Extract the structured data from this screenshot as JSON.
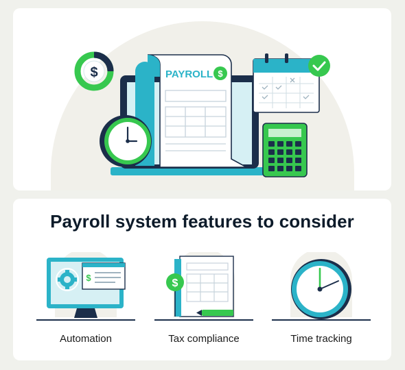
{
  "hero": {
    "document_title": "PAYROLL",
    "dollar_symbol": "$"
  },
  "features": {
    "heading": "Payroll system features to consider",
    "items": [
      {
        "label": "Automation",
        "icon": "monitor-gear-icon"
      },
      {
        "label": "Tax compliance",
        "icon": "tax-form-icon"
      },
      {
        "label": "Time tracking",
        "icon": "clock-icon"
      }
    ]
  },
  "colors": {
    "background": "#f0f1ec",
    "card": "#ffffff",
    "navy": "#1b2e4a",
    "teal": "#2bb3c8",
    "green": "#37c84f",
    "light_teal": "#e3f3f6",
    "beige": "#f1f0ea"
  }
}
